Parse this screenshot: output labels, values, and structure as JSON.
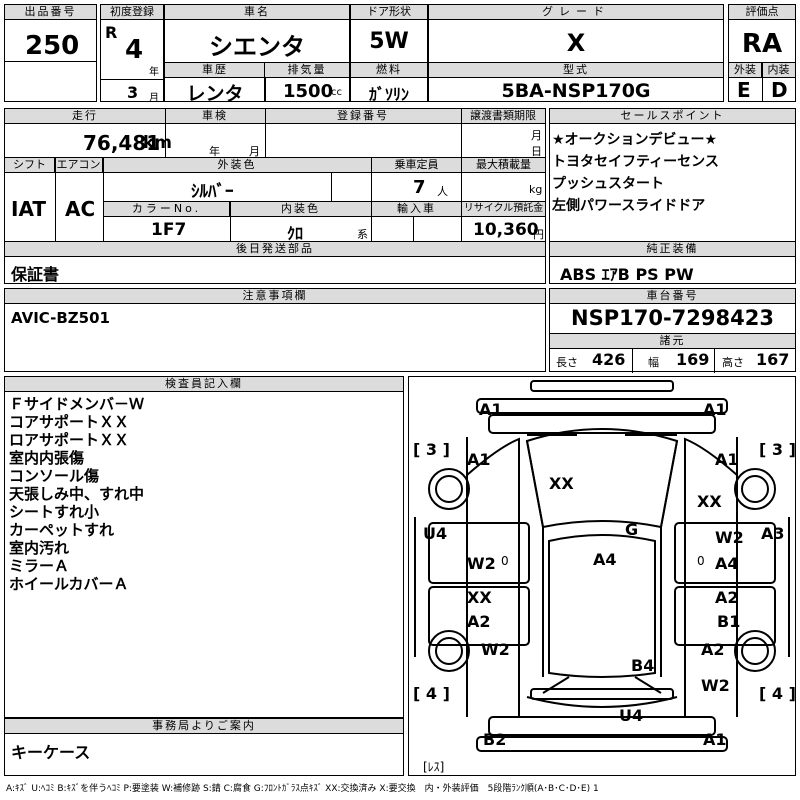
{
  "lot": {
    "label": "出品番号",
    "value": "250"
  },
  "first_reg": {
    "label": "初度登録",
    "era": "R",
    "year": "4",
    "year_unit": "年",
    "month": "3",
    "month_unit": "月"
  },
  "car_name": {
    "label": "車名",
    "value": "シエンタ"
  },
  "door": {
    "label": "ドア形状",
    "value": "5W"
  },
  "grade": {
    "label": "グレード",
    "value": "X"
  },
  "score": {
    "label": "評価点",
    "value": "RA"
  },
  "history": {
    "label": "車歴",
    "value": "レンタ"
  },
  "displacement": {
    "label": "排気量",
    "value": "1500",
    "unit": "cc"
  },
  "fuel": {
    "label": "燃料",
    "value": "ｶﾞｿﾘﾝ"
  },
  "model": {
    "label": "型式",
    "value": "5BA-NSP170G"
  },
  "ext_int": {
    "ext_label": "外装",
    "int_label": "内装",
    "ext": "E",
    "int": "D"
  },
  "mileage": {
    "label": "走行",
    "value": "76,481",
    "unit": "km"
  },
  "inspection": {
    "label": "車検",
    "year_unit": "年",
    "month_unit": "月"
  },
  "reg_no": {
    "label": "登録番号"
  },
  "transfer": {
    "label": "譲渡書類期限",
    "month_unit": "月",
    "day_unit": "日"
  },
  "shift": {
    "label": "シフト",
    "value": "IAT"
  },
  "aircon": {
    "label": "エアコン",
    "value": "AC"
  },
  "ext_color": {
    "label": "外装色",
    "value": "ｼﾙﾊﾞｰ"
  },
  "capacity": {
    "label": "乗車定員",
    "value": "7",
    "unit": "人"
  },
  "max_load": {
    "label": "最大積載量",
    "unit": "kg"
  },
  "color_no": {
    "label": "カラーNo.",
    "value": "1F7"
  },
  "int_color": {
    "label": "内装色",
    "value": "ｸﾛ",
    "unit": "系"
  },
  "import": {
    "label": "輸入車"
  },
  "recycle": {
    "label": "リサイクル預託金",
    "value": "10,360",
    "unit": "円"
  },
  "later_parts": {
    "label": "後日発送部品",
    "value": "保証書"
  },
  "sales_points": {
    "label": "セールスポイント",
    "items": [
      "★オークションデビュー★",
      "トヨタセイフティーセンス",
      "プッシュスタート",
      "左側パワースライドドア"
    ]
  },
  "equipment": {
    "label": "純正装備",
    "value": "ABS ｴｱB PS PW"
  },
  "notes": {
    "label": "注意事項欄",
    "value": "AVIC-BZ501"
  },
  "chassis": {
    "label": "車台番号",
    "value": "NSP170-7298423"
  },
  "dims": {
    "label": "諸元",
    "length_label": "長さ",
    "length": "426",
    "width_label": "幅",
    "width": "169",
    "height_label": "高さ",
    "height": "167"
  },
  "inspector": {
    "label": "検査員記入欄",
    "items": [
      "Ｆサイドメンバ－Ｗ",
      "コアサポートＸＸ",
      "ロアサポートＸＸ",
      "室内内張傷",
      "コンソール傷",
      "天張しみ中、すれ中",
      "シートすれ小",
      "カーペットすれ",
      "室内汚れ",
      "ミラーＡ",
      "ホイールカバーＡ"
    ]
  },
  "office": {
    "label": "事務局よりご案内",
    "value": "キーケース"
  },
  "legend": "A:ｷｽﾞ U:ﾍｺﾐ B:ｷｽﾞを伴うﾍｺﾐ P:要塗装 W:補修跡 S:錆 C:腐食 G:ﾌﾛﾝﾄｶﾞﾗｽ点ｷｽﾞ XX:交換済み X:要交換　内・外装評価　5段階ﾗﾝｸ順(A･B･C･D･E) 1",
  "diagram": {
    "corners": [
      "[ 3 ]",
      "[ 3 ]",
      "[ 4 ]",
      "[ 4 ]"
    ],
    "les": "[ﾚｽ]",
    "marks": {
      "front_l": "A1",
      "front_r": "A1",
      "fender_fl": "A1",
      "fender_fr": "A1",
      "hood": "XX",
      "fender_r_xx": "XX",
      "glass": "G",
      "roof": "A4",
      "side_l": "U4",
      "side_r": "A3",
      "door_fl": "W2",
      "door_fr": "W2",
      "door_fr2": "A4",
      "door_rl": "XX",
      "door_rl2": "A2",
      "door_rr": "A2",
      "door_rr2": "B1",
      "qtr_l": "W2",
      "qtr_r": "A2",
      "qtr_r2": "W2",
      "rear": "B4",
      "bumper_r": "U4",
      "rear_l": "B2",
      "rear_r": "A1",
      "zero": "0"
    }
  }
}
